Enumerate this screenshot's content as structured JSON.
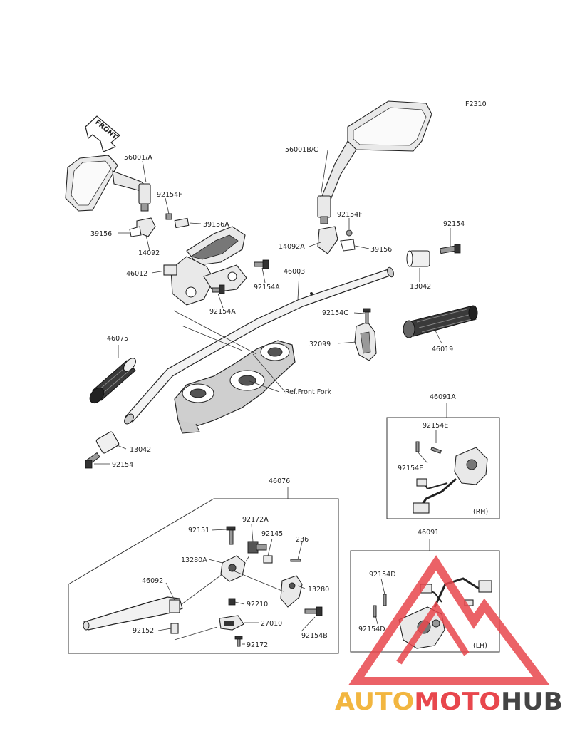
{
  "figure_code": "F2310",
  "front_label": "FRONT",
  "ref_text": "Ref.Front Fork",
  "parts": {
    "mirror_left": "56001/A",
    "mirror_right": "56001B/C",
    "bolt_92154F_left": "92154F",
    "bolt_92154F_right": "92154F",
    "pad_39156A": "39156A",
    "pad_39156_left": "39156",
    "pad_39156_right": "39156",
    "clamp_14092": "14092",
    "clamp_14092A": "14092A",
    "holder_46012": "46012",
    "handlebar_46003": "46003",
    "bolt_92154A_1": "92154A",
    "bolt_92154A_2": "92154A",
    "bolt_92154_right": "92154",
    "weight_13042_right": "13042",
    "grip_46019": "46019",
    "bolt_92154C": "92154C",
    "bracket_32099": "32099",
    "grip_46075": "46075",
    "weight_13042_left": "13042",
    "bolt_92154_left": "92154",
    "switch_46091A": "46091A",
    "bolt_92154E_1": "92154E",
    "bolt_92154E_2": "92154E",
    "rh_label": "(RH)",
    "lever_assy_46076": "46076",
    "bolt_92151": "92151",
    "nut_92172A": "92172A",
    "screw_92145": "92145",
    "pin_236": "236",
    "holder_13280A": "13280A",
    "holder_13280": "13280",
    "lever_46092": "46092",
    "collar_92210": "92210",
    "bolt_92154B": "92154B",
    "bushing_92152": "92152",
    "switch_27010": "27010",
    "screw_92172": "92172",
    "switch_46091": "46091",
    "bolt_92154D_1": "92154D",
    "bolt_92154D_2": "92154D",
    "lh_label": "(LH)"
  },
  "watermark": {
    "part1": "AUTO",
    "part2": "MOTO",
    "part3": "HUB",
    "color1": "#f2b640",
    "color2": "#e8474d",
    "color3": "#444444"
  }
}
